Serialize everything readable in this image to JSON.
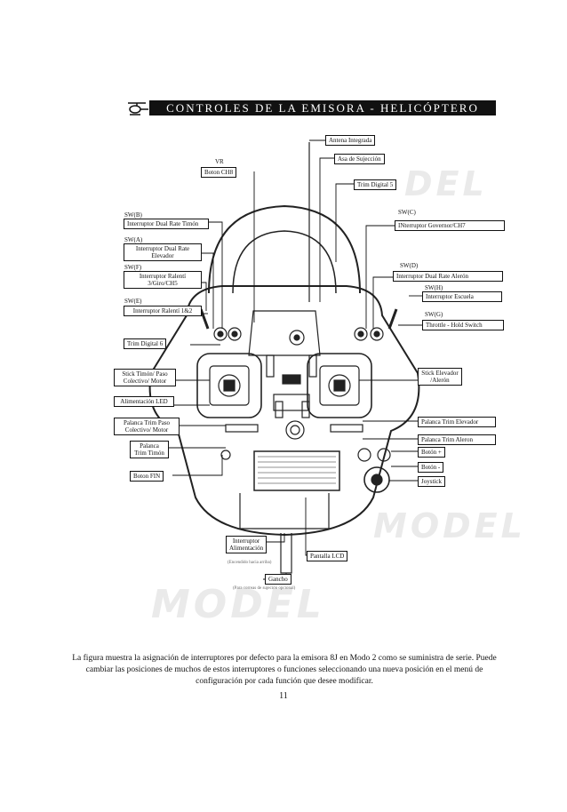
{
  "header": {
    "title": "CONTROLES DE LA EMISORA - HELICÓPTERO",
    "icon": "helicopter-icon"
  },
  "labels": {
    "vr": "VR",
    "boton_ch8": "Boton CH8",
    "antena": "Antena Integrada",
    "asa": "Asa de Sujección",
    "trim5": "Trim Digital 5",
    "swb": "SW(B)",
    "swb_box": "Interruptor Dual Rate Timón",
    "swa": "SW(A)",
    "swa_box": "Interruptor Dual Rate Elevador",
    "swf": "SW(F)",
    "swf_box": "Interruptor Ralentí 3/Giro/CH5",
    "swe": "SW(E)",
    "swe_box": "Interruptor Ralentí 1&2",
    "trim6": "Trim Digital 6",
    "swc": "SW(C)",
    "swc_box": "INterruptor Governor/CH7",
    "swd": "SW(D)",
    "swd_box": "Interruptor Dual Rate Alerón",
    "swh": "SW(H)",
    "swh_box": "Interruptor Escuela",
    "swg": "SW(G)",
    "swg_box": "Throttle - Hold Switch",
    "stick_left": "Stick Timón/ Paso Colectivo/ Motor",
    "led": "Alimentación LED",
    "palanca_paso": "Palanca Trim Paso Colectivo/ Motor",
    "palanca_timon": "Palanca Trim Timón",
    "boton_fin": "Boton FIN",
    "stick_right": "Stick Elevador /Alerón",
    "palanca_elev": "Palanca Trim Elevador",
    "palanca_aleron": "Palanca Trim Aleron",
    "boton_mas": "Botón +",
    "boton_menos": "Botón -",
    "joystick": "Joystick",
    "interruptor_alim": "Interruptor Alimentación",
    "encendido": "(Encendido hacia arriba)",
    "pantalla": "Pantalla LCD",
    "gancho": "Gancho",
    "gancho_note": "(Para correas de sujeción opcional)"
  },
  "watermarks": [
    "DEL",
    "MODEL",
    "MODEL"
  ],
  "caption": "La figura muestra la asignación de interruptores por defecto para la emisora 8J en Modo 2 como se suministra de serie. Puede cambiar las posiciones de muchos de estos interruptores o funciones seleccionando una nueva posición en el menú de configuración por cada función que desee modificar.",
  "page_number": "11"
}
